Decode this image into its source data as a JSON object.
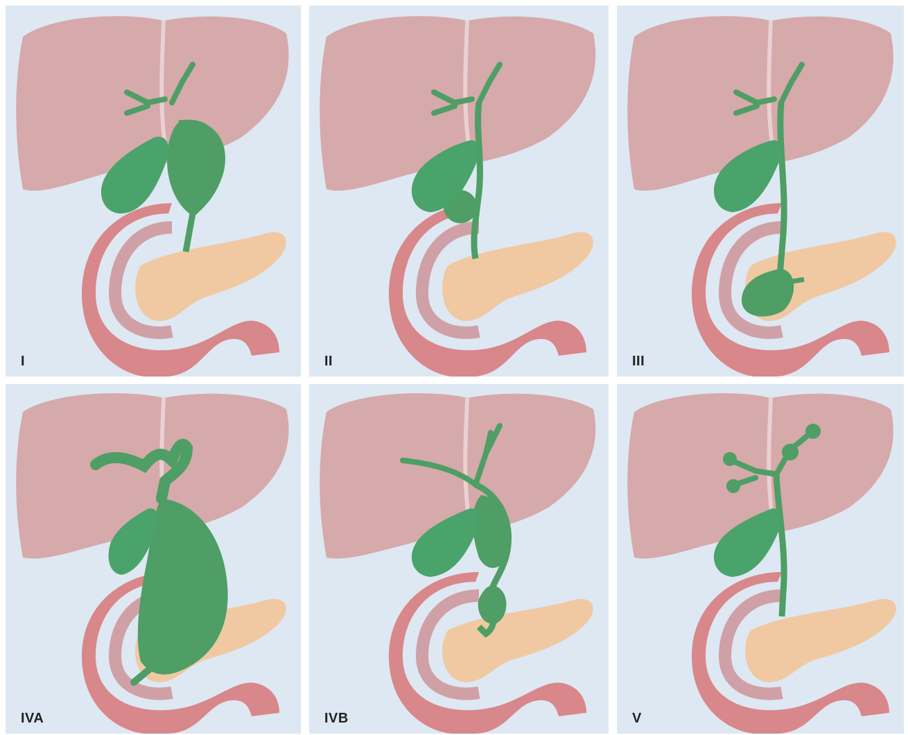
{
  "colors": {
    "panel_bg": "#dde8f3",
    "liver": "#d6a9ab",
    "liver_shade": "#cf9ea1",
    "duct": "#4e9e65",
    "gallbladder": "#4aa36a",
    "duodenum": "#d8878a",
    "duodenum_inner": "#c86f74",
    "pancreas": "#f0c9a3",
    "label": "#222222"
  },
  "panels": [
    {
      "label": "I"
    },
    {
      "label": "II"
    },
    {
      "label": "III"
    },
    {
      "label": "IVA"
    },
    {
      "label": "IVB"
    },
    {
      "label": "V"
    }
  ]
}
